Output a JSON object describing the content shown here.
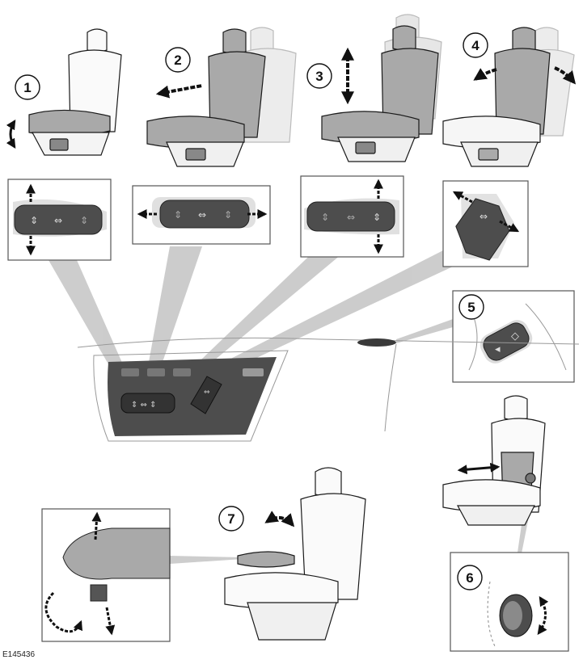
{
  "figure_id": "E145436",
  "callouts": {
    "c1": "1",
    "c2": "2",
    "c3": "3",
    "c4": "4",
    "c5": "5",
    "c6": "6",
    "c7": "7"
  },
  "colors": {
    "seat_active": "#a9a9a9",
    "seat_outline": "#1a1a1a",
    "seat_ghost": "#e6e6e6",
    "panel_dark": "#4d4d4d",
    "leader_grey": "#bdbdbd",
    "box_border": "#555555"
  },
  "icons": [
    "arrow-icon",
    "seat-icon",
    "switch-icon",
    "knob-icon",
    "armrest-icon"
  ]
}
